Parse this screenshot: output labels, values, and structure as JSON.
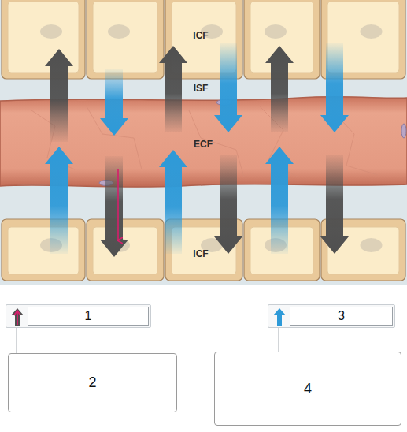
{
  "diagram": {
    "nodes": [
      {
        "text": [
          "1"
        ]
      },
      {
        "text": [
          "2"
        ]
      },
      {
        "text": [
          "3"
        ]
      },
      {
        "text": [
          "4"
        ]
      }
    ],
    "edges": [
      {
        "from": 0,
        "to": 1,
        "arrow": "none"
      },
      {
        "from": 2,
        "to": 3,
        "arrow": "none"
      }
    ],
    "labels": [
      "ICF",
      "ISF",
      "ECF",
      "ICF"
    ]
  }
}
